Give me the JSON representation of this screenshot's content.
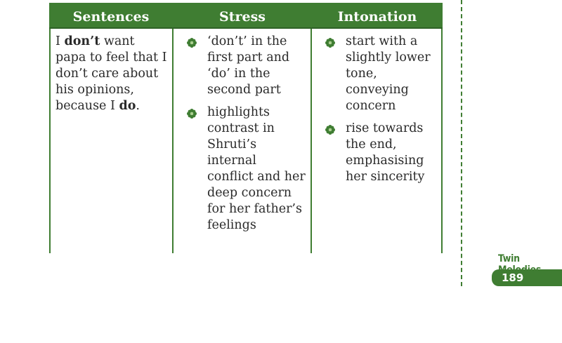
{
  "table": {
    "headers": [
      "Sentences",
      "Stress",
      "Intonation"
    ],
    "sentence": {
      "p1": "I ",
      "b1": "don’t",
      "p2": " want papa to feel that I don’t care about his opinions, because I ",
      "b2": "do",
      "p3": "."
    },
    "stress": [
      "‘don’t’ in the first part and ‘do’ in the second part",
      "highlights contrast in Shruti’s internal conflict and her deep concern for her father’s feelings"
    ],
    "intonation": [
      "start with a slightly lower tone, conveying concern",
      "rise towards the end, emphasising her sincerity"
    ]
  },
  "page_tag": {
    "title": "Twin Melodies",
    "page_number": "189"
  },
  "colors": {
    "accent_green": "#3f7d32",
    "text": "#2a2a2a"
  },
  "icons": {
    "bullet": "flower-bullet-icon"
  }
}
